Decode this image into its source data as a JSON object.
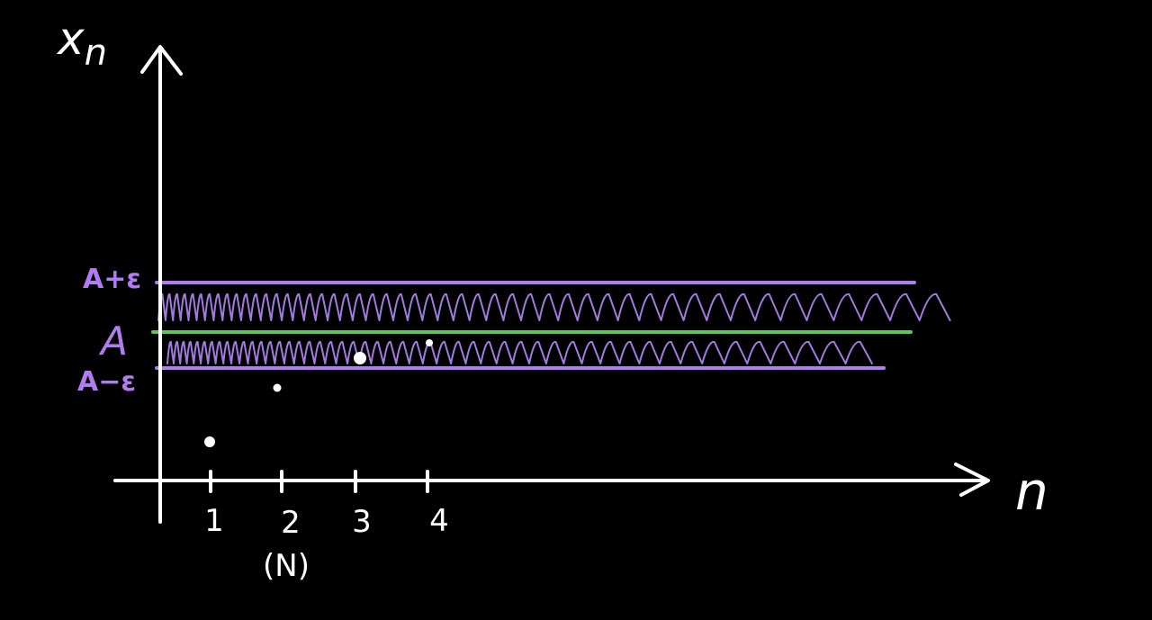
{
  "colors": {
    "background": "#000000",
    "axes": "#ffffff",
    "bounds": "#b07cf0",
    "limit": "#5cc85c",
    "hatch": "#a27ae0",
    "points": "#ffffff"
  },
  "labels": {
    "y_axis": "x",
    "y_axis_sub": "n",
    "x_axis": "n",
    "upper": "A+ε",
    "limit": "A",
    "lower": "A−ε"
  },
  "x_ticks": [
    "1",
    "2",
    "3",
    "4"
  ],
  "n_marker": "(N)",
  "sequence_points": [
    {
      "n": 1,
      "level": "below band"
    },
    {
      "n": 2,
      "level": "below band"
    },
    {
      "n": 3,
      "level": "inside band"
    },
    {
      "n": 4,
      "level": "inside band"
    }
  ],
  "icons": {
    "y_arrow": "arrow-up-icon",
    "x_arrow": "arrow-right-icon"
  }
}
